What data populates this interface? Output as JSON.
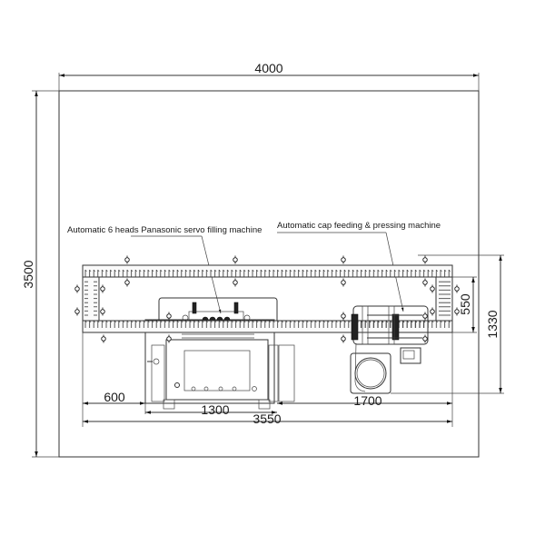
{
  "drawing": {
    "type": "equipment layout plan",
    "units": "mm",
    "colors": {
      "line": "#333333",
      "background": "#ffffff",
      "text": "#1a1a1a"
    }
  },
  "dimensions": {
    "room_width": "4000",
    "room_depth": "3500",
    "line_total_length": "3550",
    "left_conveyor_length": "600",
    "filling_machine_width": "1300",
    "capping_section_length": "1700",
    "overall_line_depth": "1330",
    "return_conveyor_gap": "550"
  },
  "labels": {
    "filling_machine": "Automatic 6 heads Panasonic servo filling machine",
    "capping_machine": "Automatic cap feeding & pressing machine"
  },
  "components": [
    {
      "name": "Room boundary",
      "icon": "rectangle-outline"
    },
    {
      "name": "Loop conveyor (upper return)",
      "icon": "conveyor-chain"
    },
    {
      "name": "Main conveyor (lower)",
      "icon": "conveyor-chain"
    },
    {
      "name": "Filling machine",
      "icon": "filling-heads"
    },
    {
      "name": "Cap feeding & pressing machine",
      "icon": "capping-unit"
    },
    {
      "name": "Cap vibration bowl",
      "icon": "circle-bowl"
    },
    {
      "name": "Control panel / HMI",
      "icon": "touch-screen"
    }
  ]
}
